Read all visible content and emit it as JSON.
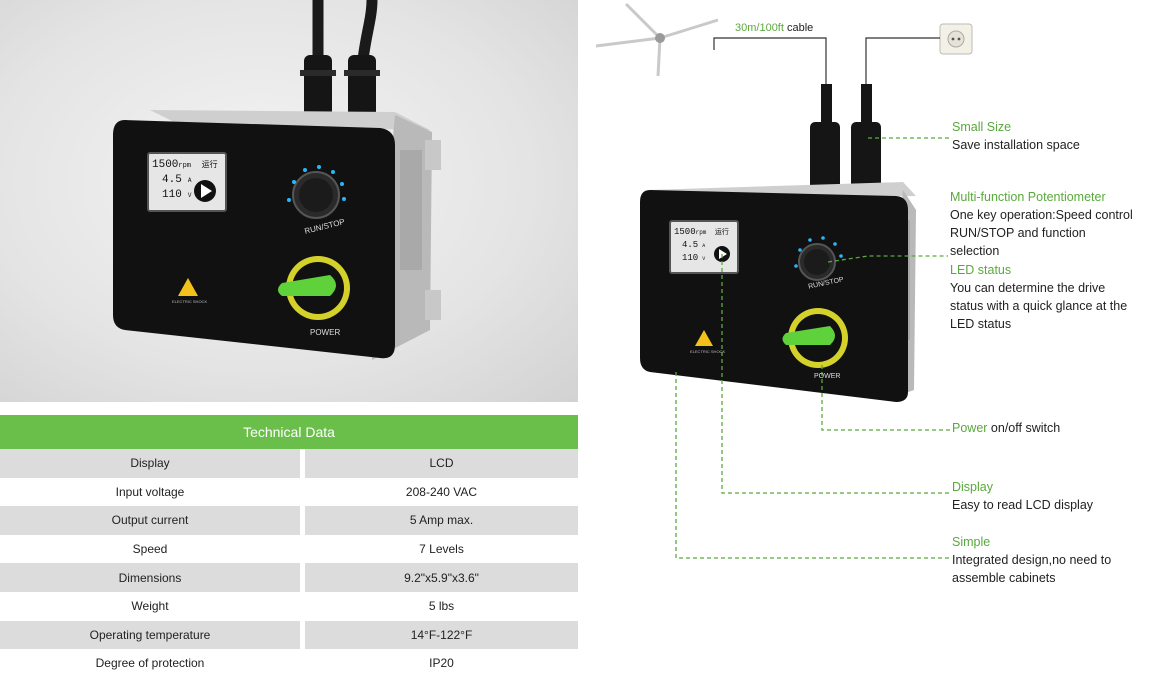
{
  "device": {
    "lcd_speed": "1500",
    "lcd_rpm_unit": "rpm",
    "lcd_status": "运行",
    "lcd_current": "4.5",
    "lcd_current_unit": "A",
    "lcd_voltage": "110",
    "lcd_voltage_unit": "V",
    "knob_label": "RUN/STOP",
    "power_label": "POWER",
    "warning_label": "ELECTRIC SHOCK"
  },
  "spec_table": {
    "title": "Technical Data",
    "rows": [
      {
        "label": "Display",
        "value": "LCD"
      },
      {
        "label": "Input voltage",
        "value": "208-240 VAC"
      },
      {
        "label": "Output current",
        "value": "5 Amp max."
      },
      {
        "label": "Speed",
        "value": "7 Levels"
      },
      {
        "label": "Dimensions",
        "value": "9.2\"x5.9\"x3.6\""
      },
      {
        "label": "Weight",
        "value": "5 lbs"
      },
      {
        "label": "Operating temperature",
        "value": "14°F-122°F"
      },
      {
        "label": "Degree of protection",
        "value": "IP20"
      }
    ]
  },
  "diagram": {
    "cable_length": "30m/100ft",
    "cable_word": "cable",
    "callouts": {
      "small_size": {
        "title": "Small Size",
        "text": "Save installation space"
      },
      "potentiometer": {
        "title": "Multi-function Potentiometer",
        "line1": "One key operation:Speed control",
        "line2": "RUN/STOP and function",
        "line3": "selection"
      },
      "led": {
        "title": "LED status",
        "line1": "You can determine the drive",
        "line2": "status with a quick glance at the",
        "line3": "LED status"
      },
      "power": {
        "title": "Power",
        "text": "on/off switch"
      },
      "display": {
        "title": "Display",
        "text": "Easy to read LCD display"
      },
      "simple": {
        "title": "Simple",
        "line1": "Integrated design,no need to",
        "line2": "assemble cabinets"
      }
    }
  },
  "colors": {
    "accent_green": "#6abf4b",
    "callout_green": "#5aa93c",
    "panel_black": "#111111",
    "led_blue": "#29b6f6"
  }
}
